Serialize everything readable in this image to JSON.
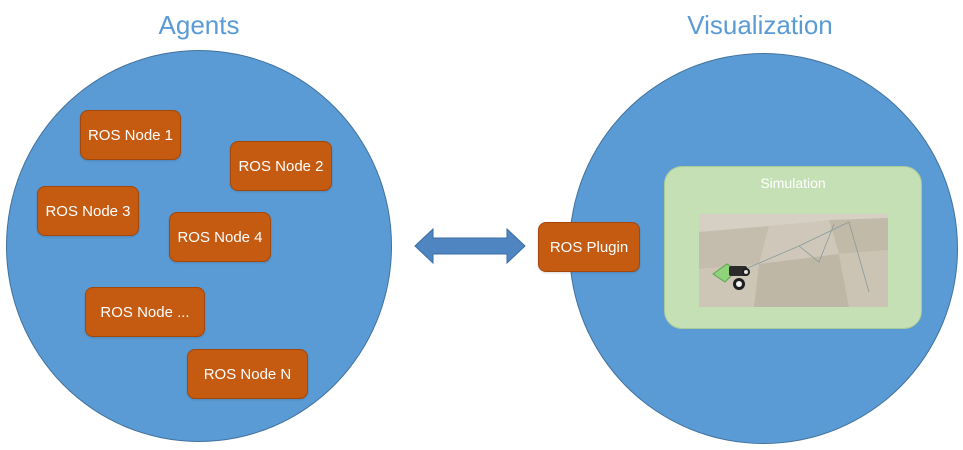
{
  "agents": {
    "title": "Agents",
    "nodes": [
      "ROS Node 1",
      "ROS Node 2",
      "ROS Node 3",
      "ROS Node 4",
      "ROS Node ...",
      "ROS Node N"
    ]
  },
  "visualization": {
    "title": "Visualization",
    "plugin_label": "ROS Plugin",
    "simulation_label": "Simulation"
  },
  "colors": {
    "circle": "#5b9bd5",
    "title": "#5b9bd5",
    "node": "#c55a11",
    "simulation_panel": "#c5e0b4",
    "arrow": "#4f86c2"
  }
}
